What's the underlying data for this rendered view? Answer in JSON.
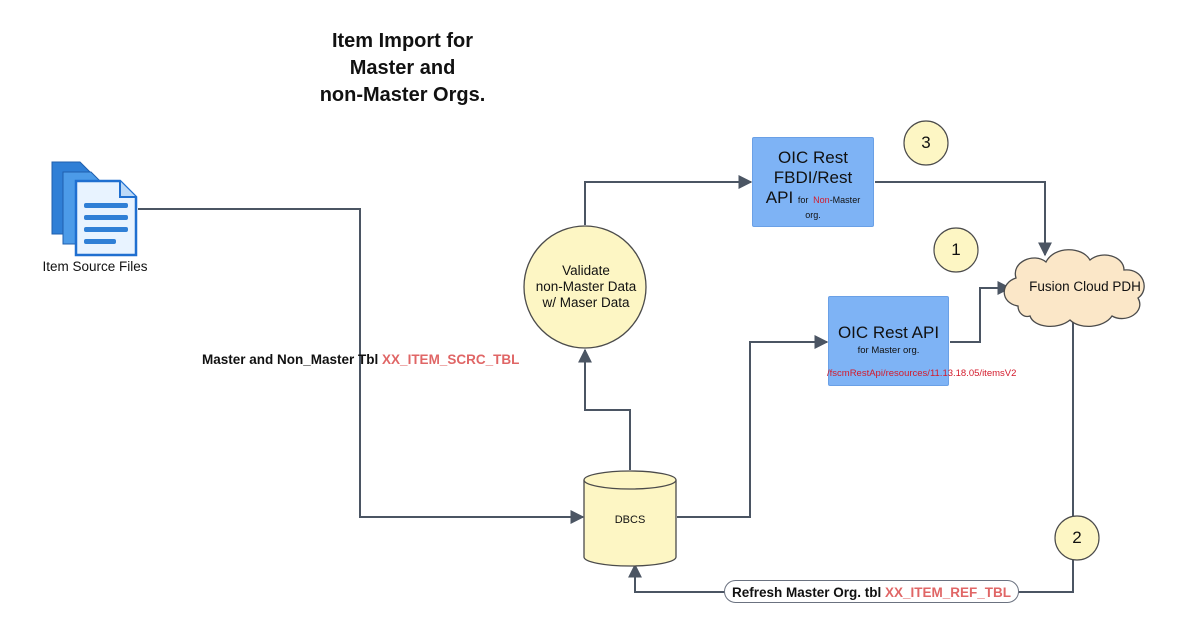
{
  "title": {
    "line1": "Item Import for",
    "line2": "Master and",
    "line3": "non-Master Orgs."
  },
  "nodes": {
    "source_files": {
      "label": "Item Source Files",
      "icon": "document-stack-icon"
    },
    "validate": {
      "line1": "Validate",
      "line2": "non-Master Data",
      "line3": "w/ Maser Data"
    },
    "oic_fbdi": {
      "line1": "OIC Rest",
      "line2": "FBDI/Rest",
      "line3_big": "API",
      "line3_small_a": "for",
      "line3_small_b": "Non",
      "line3_small_c": "-Master",
      "line4": "org."
    },
    "oic_rest": {
      "line1": "OIC Rest API",
      "line2": "for Master org.",
      "path": "/fscmRestApi/resources/11.13.18.05/itemsV2"
    },
    "dbcs": {
      "label": "DBCS"
    },
    "fusion": {
      "label": "Fusion Cloud PDH"
    }
  },
  "edge_labels": {
    "source_to_db": {
      "text": "Master and Non_Master Tbl ",
      "table": "XX_ITEM_SCRC_TBL"
    },
    "refresh": {
      "text": "Refresh Master Org. tbl ",
      "table": "XX_ITEM_REF_TBL"
    }
  },
  "steps": {
    "step1": "1",
    "step2": "2",
    "step3": "3"
  },
  "colors": {
    "box_fill": "#7eb3f5",
    "circle_fill": "#fdf6c4",
    "cloud_fill": "#fbe7c8",
    "accent_red": "#d31a2b",
    "table_name": "#e06666",
    "connector": "#4b5563"
  }
}
